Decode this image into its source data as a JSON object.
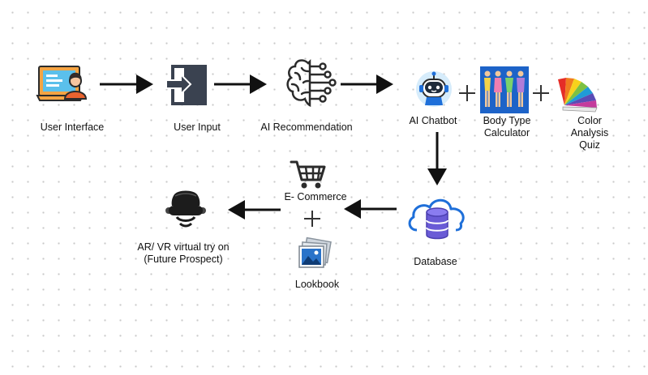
{
  "nodes": {
    "user_interface": {
      "label": "User Interface"
    },
    "user_input": {
      "label": "User Input"
    },
    "ai_recommendation": {
      "label": "AI Recommendation"
    },
    "ai_chatbot": {
      "label": "AI Chatbot"
    },
    "body_type_calculator": {
      "label_line1": "Body Type",
      "label_line2": "Calculator"
    },
    "color_analysis_quiz": {
      "label_line1": "Color Analysis",
      "label_line2": "Quiz"
    },
    "database": {
      "label": "Database"
    },
    "ecommerce": {
      "label": "E- Commerce"
    },
    "lookbook": {
      "label": "Lookbook"
    },
    "ar_vr": {
      "label_line1": "AR/ VR virtual try on",
      "label_line2": "(Future Prospect)"
    }
  },
  "colors": {
    "arrow": "#111111",
    "plus": "#333333",
    "accent_blue": "#1e6fd9",
    "monitor_orange": "#f4a443"
  }
}
